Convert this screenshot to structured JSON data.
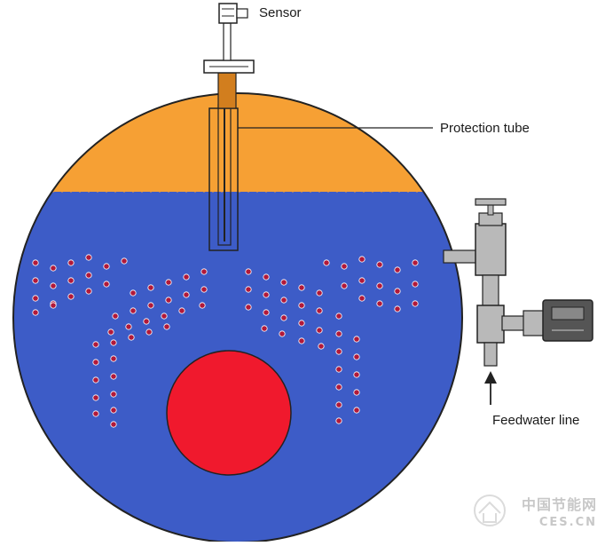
{
  "labels": {
    "sensor": "Sensor",
    "protection_tube": "Protection tube",
    "feedwater_line": "Feedwater line"
  },
  "watermark": {
    "chinese": "中国节能网",
    "site": "CES.CN"
  },
  "colors": {
    "steam": "#f6a034",
    "water": "#3d5cc7",
    "fire_tube": "#f0192d",
    "bubble": "#b1193a",
    "outline": "#222222",
    "sensor_body": "#d27e1e",
    "valve_grey": "#b9b9b9",
    "actuator_dark": "#555555"
  }
}
